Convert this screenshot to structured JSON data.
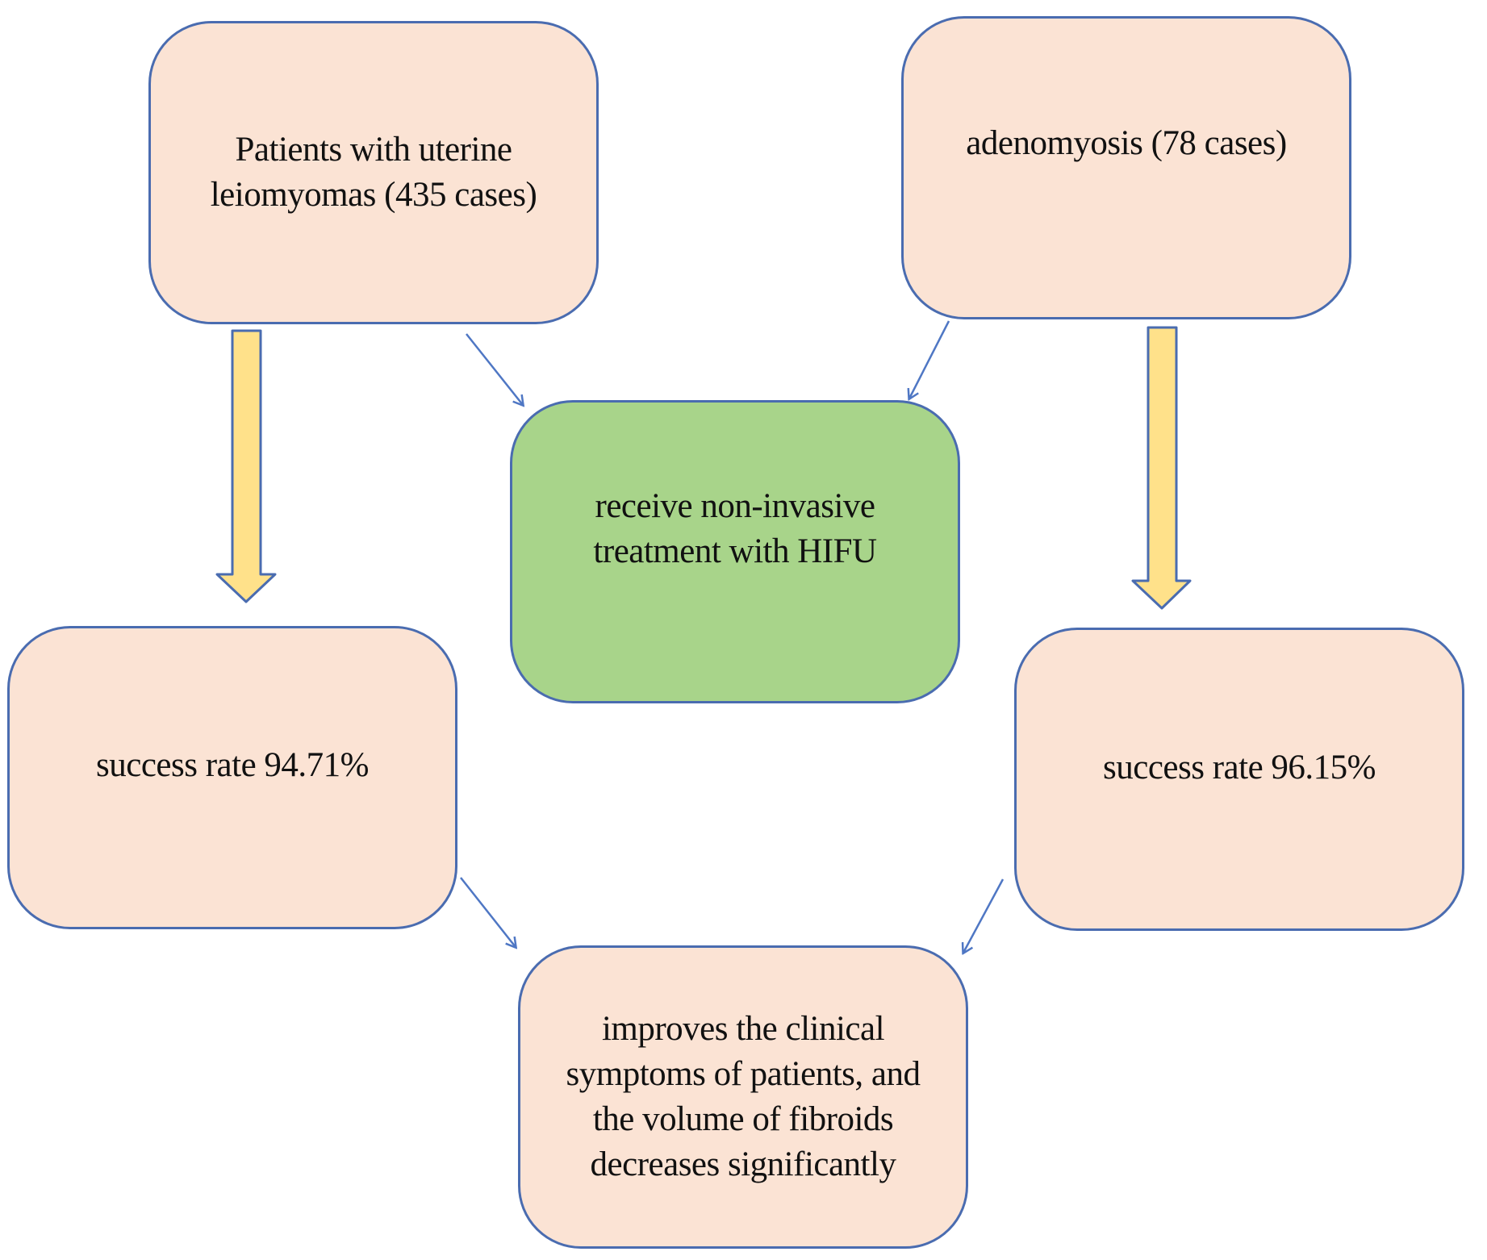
{
  "colors": {
    "box_fill": "#fbe3d4",
    "center_fill": "#a8d48a",
    "border": "#4a6cb0",
    "block_arrow_fill": "#ffe18a",
    "block_arrow_stroke": "#4a6cb0",
    "connector": "#4f77c4",
    "text": "#111111"
  },
  "nodes": {
    "leiomyomas": "Patients with uterine leiomyomas (435 cases)",
    "adenomyosis": "adenomyosis (78 cases)",
    "hifu": "receive non-invasive treatment with HIFU",
    "success_left": "success rate 94.71%",
    "success_right": "success rate 96.15%",
    "outcome": "improves the clinical symptoms of patients, and the volume of fibroids decreases significantly"
  },
  "edges": [
    {
      "from": "leiomyomas",
      "to": "hifu",
      "style": "thin-arrow"
    },
    {
      "from": "adenomyosis",
      "to": "hifu",
      "style": "thin-arrow"
    },
    {
      "from": "leiomyomas",
      "to": "success_left",
      "style": "block-arrow"
    },
    {
      "from": "adenomyosis",
      "to": "success_right",
      "style": "block-arrow"
    },
    {
      "from": "success_left",
      "to": "outcome",
      "style": "thin-arrow"
    },
    {
      "from": "success_right",
      "to": "outcome",
      "style": "thin-arrow"
    }
  ]
}
